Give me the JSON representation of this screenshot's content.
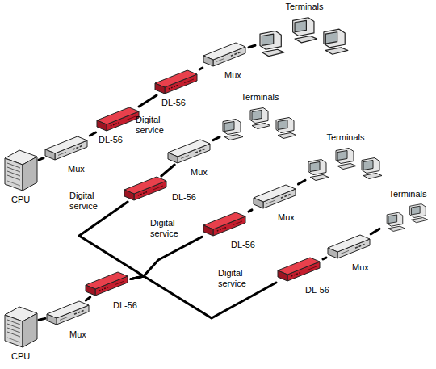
{
  "diagram": {
    "nodes": [
      {
        "text": [
          "CPU"
        ]
      },
      {
        "text": [
          "Mux"
        ]
      },
      {
        "text": [
          "DL-56"
        ]
      },
      {
        "text": [
          "DL-56"
        ]
      },
      {
        "text": [
          "Mux"
        ]
      },
      {
        "text": [
          "Terminals"
        ]
      },
      {
        "text": [
          "CPU"
        ]
      },
      {
        "text": [
          "Mux"
        ]
      },
      {
        "text": [
          "DL-56"
        ]
      },
      {
        "text": [
          "DL-56"
        ]
      },
      {
        "text": [
          "Mux"
        ]
      },
      {
        "text": [
          "Terminals"
        ]
      },
      {
        "text": [
          "DL-56"
        ]
      },
      {
        "text": [
          "Mux"
        ]
      },
      {
        "text": [
          "Terminals"
        ]
      },
      {
        "text": [
          "DL-56"
        ]
      },
      {
        "text": [
          "Mux"
        ]
      },
      {
        "text": [
          "Terminals"
        ]
      }
    ],
    "edges": [
      {
        "from": 0,
        "to": 1,
        "arrow": "none"
      },
      {
        "from": 1,
        "to": 2,
        "arrow": "none"
      },
      {
        "from": 2,
        "to": 3,
        "label": "Digital service",
        "arrow": "none"
      },
      {
        "from": 3,
        "to": 4,
        "arrow": "none"
      },
      {
        "from": 4,
        "to": 5,
        "arrow": "none"
      },
      {
        "from": 6,
        "to": 7,
        "arrow": "none"
      },
      {
        "from": 7,
        "to": 8,
        "arrow": "none"
      },
      {
        "from": 8,
        "to": 9,
        "label": "Digital service",
        "arrow": "none"
      },
      {
        "from": 8,
        "to": 12,
        "label": "Digital service",
        "arrow": "none"
      },
      {
        "from": 8,
        "to": 15,
        "label": "Digital service",
        "arrow": "none"
      },
      {
        "from": 9,
        "to": 10,
        "arrow": "none"
      },
      {
        "from": 10,
        "to": 11,
        "arrow": "none"
      },
      {
        "from": 12,
        "to": 13,
        "arrow": "none"
      },
      {
        "from": 13,
        "to": 14,
        "arrow": "none"
      },
      {
        "from": 15,
        "to": 16,
        "arrow": "none"
      },
      {
        "from": 16,
        "to": 17,
        "arrow": "none"
      }
    ]
  }
}
